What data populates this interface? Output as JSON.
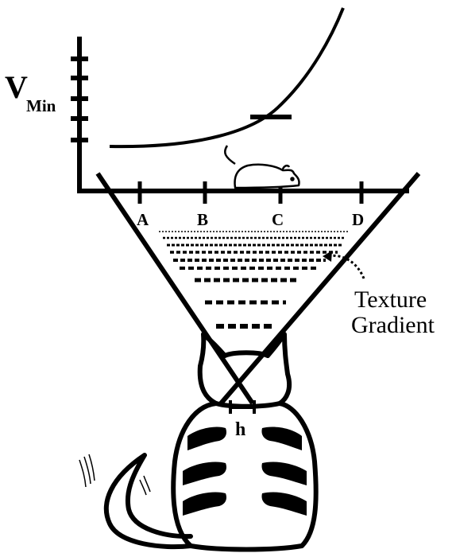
{
  "labels": {
    "v": "V",
    "min": "Min",
    "a": "A",
    "b": "B",
    "c": "C",
    "d": "D",
    "h": "h",
    "texture1": "Texture",
    "texture2": "Gradient"
  },
  "colors": {
    "ink": "#000000",
    "paper": "#ffffff"
  }
}
